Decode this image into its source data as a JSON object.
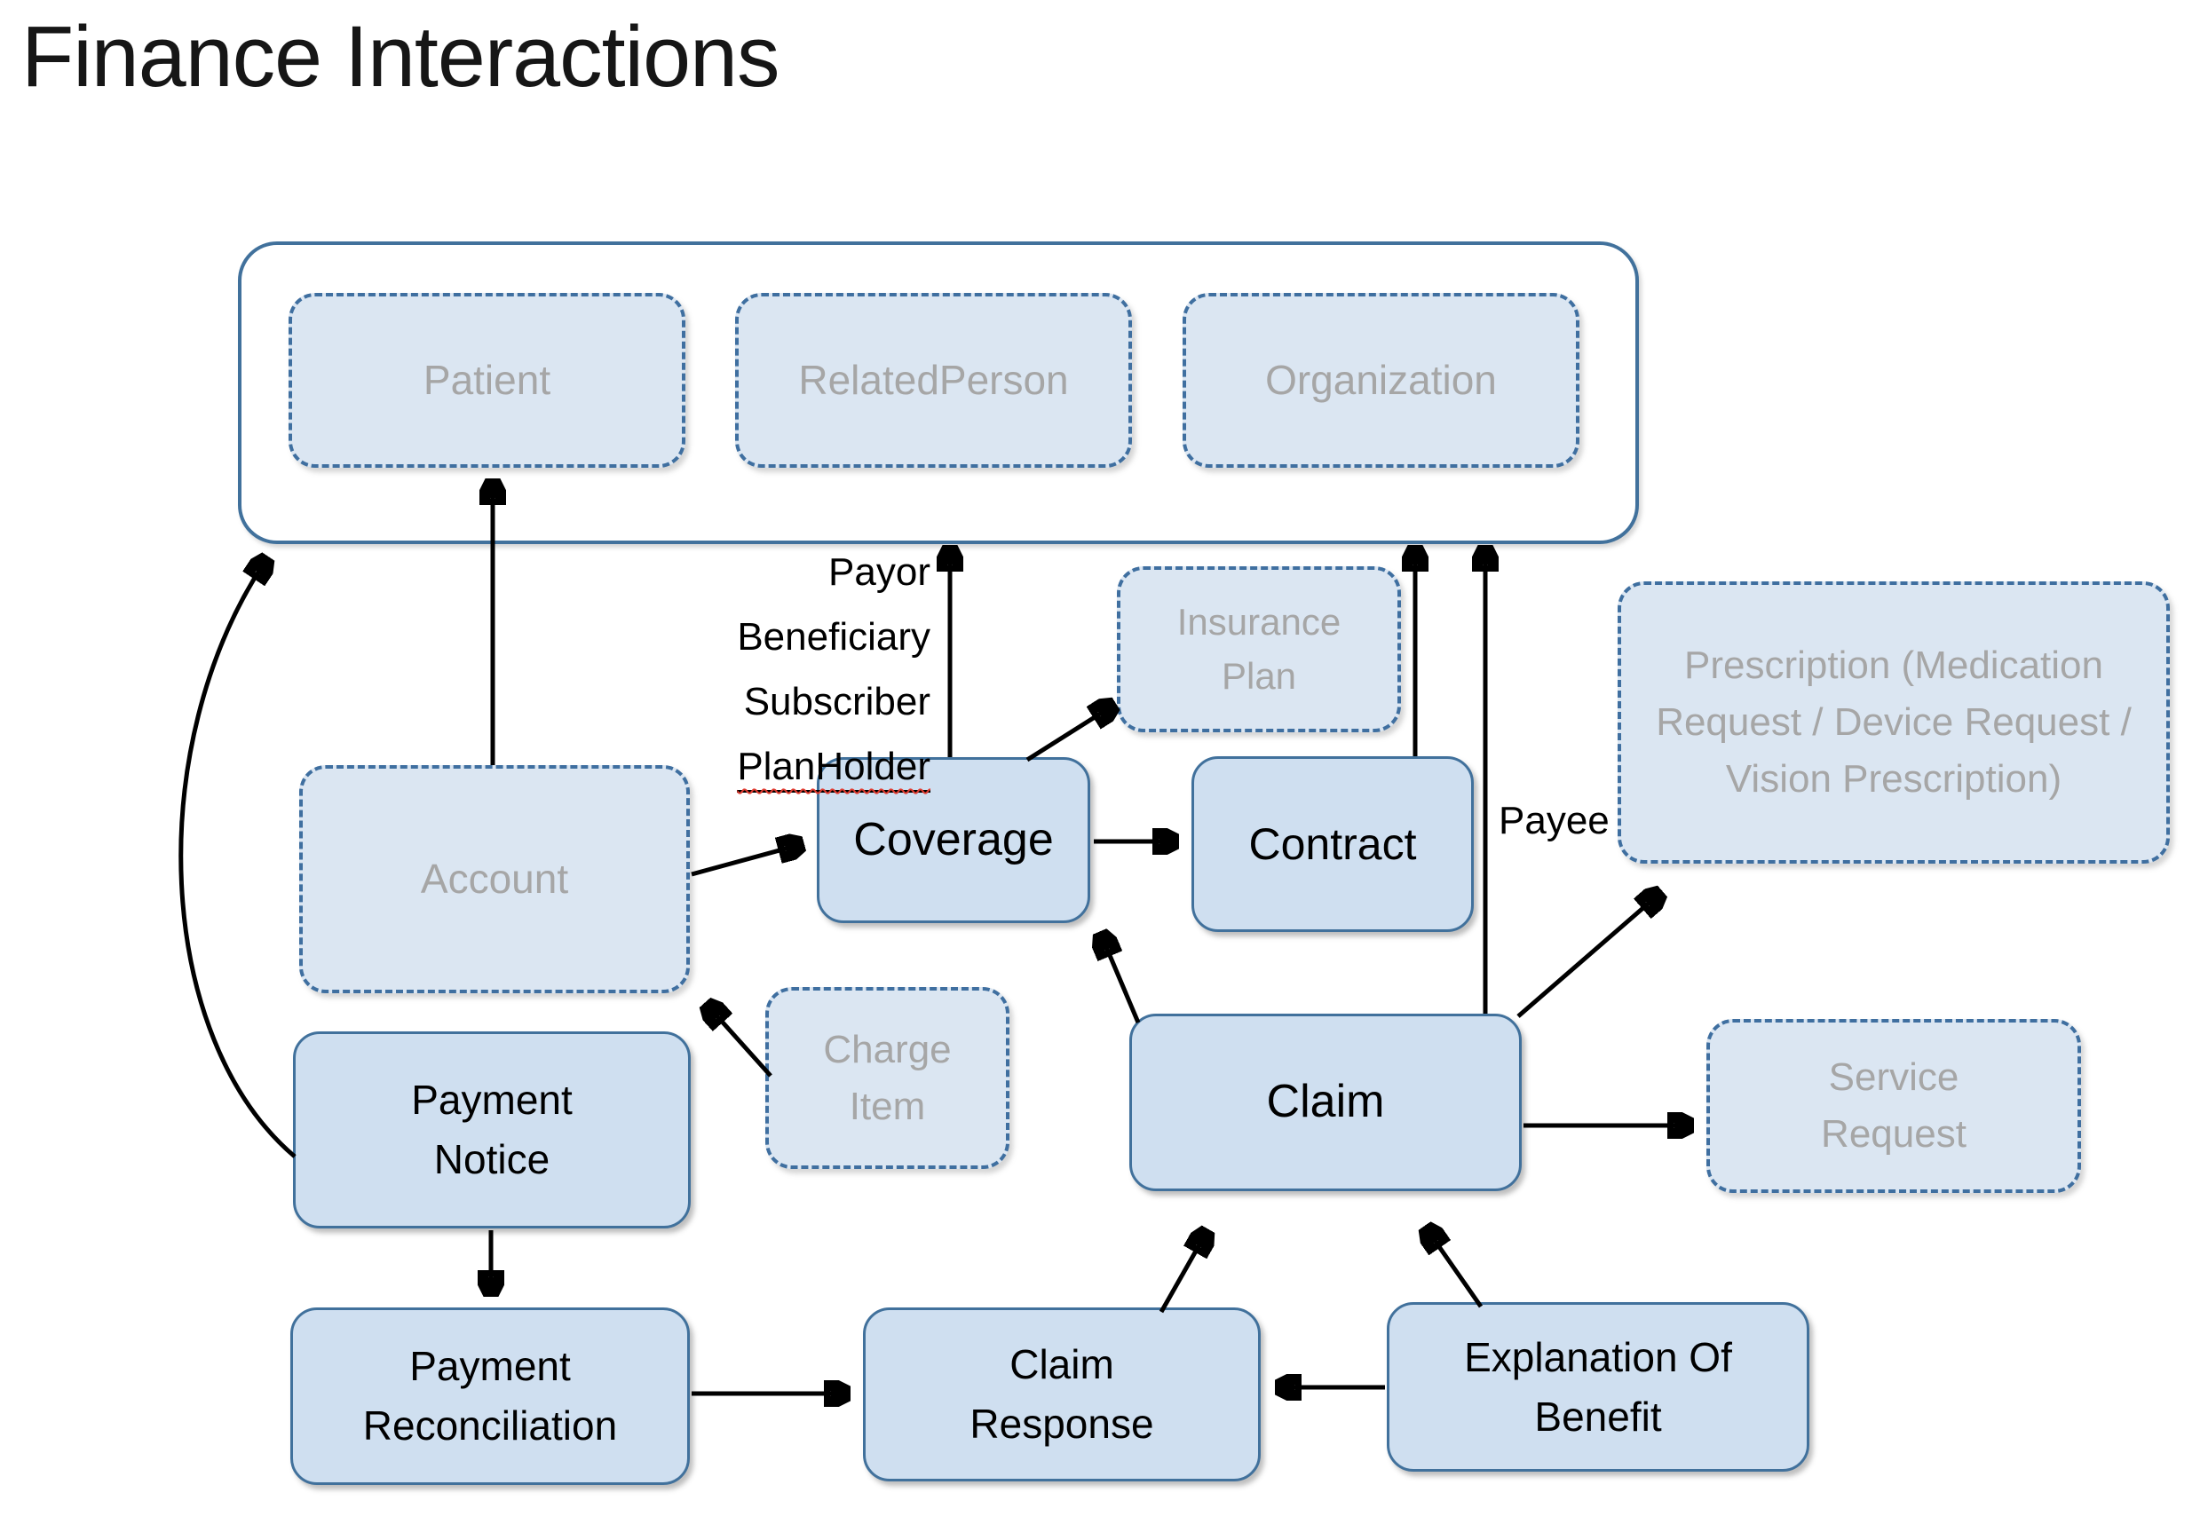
{
  "title": "Finance Interactions",
  "colors": {
    "box_border_blue": "#41719c",
    "solid_box_fill": "#cfdff0",
    "dashed_box_fill": "#dbe6f2",
    "gray_text": "#a6a6a6",
    "black_text": "#000000",
    "arrow": "#000000",
    "spellcheck_squiggle": "#e03c31",
    "background": "#ffffff"
  },
  "nodes": {
    "patient": {
      "label": "Patient",
      "style": "dashed"
    },
    "related_person": {
      "label": "RelatedPerson",
      "style": "dashed"
    },
    "organization": {
      "label": "Organization",
      "style": "dashed"
    },
    "insurance_plan": {
      "label": "Insurance Plan",
      "style": "dashed"
    },
    "prescription": {
      "label": "Prescription (Medication Request / Device Request / Vision Prescription)",
      "style": "dashed"
    },
    "account": {
      "label": "Account",
      "style": "dashed"
    },
    "coverage": {
      "label": "Coverage",
      "style": "solid"
    },
    "contract": {
      "label": "Contract",
      "style": "solid"
    },
    "charge_item": {
      "label": "Charge Item",
      "style": "dashed"
    },
    "claim": {
      "label": "Claim",
      "style": "solid"
    },
    "service_request": {
      "label": "Service Request",
      "style": "dashed"
    },
    "payment_notice": {
      "label": "Payment Notice",
      "style": "solid"
    },
    "payment_reconciliation": {
      "label": "Payment Reconciliation",
      "style": "solid"
    },
    "claim_response": {
      "label": "Claim Response",
      "style": "solid"
    },
    "explanation_of_benefit": {
      "label": "Explanation Of Benefit",
      "style": "solid"
    }
  },
  "annotations": {
    "payor": "Payor",
    "beneficiary": "Beneficiary",
    "subscriber": "Subscriber",
    "planholder": "PlanHolder",
    "payee": "Payee"
  },
  "edges": [
    {
      "from": "account",
      "to": "patient"
    },
    {
      "from": "account",
      "to": "coverage"
    },
    {
      "from": "coverage",
      "to": "party-group",
      "label": "Payor Beneficiary Subscriber PlanHolder"
    },
    {
      "from": "coverage",
      "to": "insurance_plan"
    },
    {
      "from": "coverage",
      "to": "contract"
    },
    {
      "from": "contract",
      "to": "party-group"
    },
    {
      "from": "claim",
      "to": "party-group",
      "label": "Payee"
    },
    {
      "from": "claim",
      "to": "prescription",
      "label": "Payee"
    },
    {
      "from": "claim",
      "to": "service_request"
    },
    {
      "from": "claim",
      "to": "coverage"
    },
    {
      "from": "charge_item",
      "to": "account"
    },
    {
      "from": "payment_notice",
      "to": "party-group"
    },
    {
      "from": "payment_notice",
      "to": "payment_reconciliation"
    },
    {
      "from": "payment_reconciliation",
      "to": "claim_response"
    },
    {
      "from": "explanation_of_benefit",
      "to": "claim_response"
    },
    {
      "from": "claim_response",
      "to": "claim"
    },
    {
      "from": "explanation_of_benefit",
      "to": "claim"
    }
  ]
}
